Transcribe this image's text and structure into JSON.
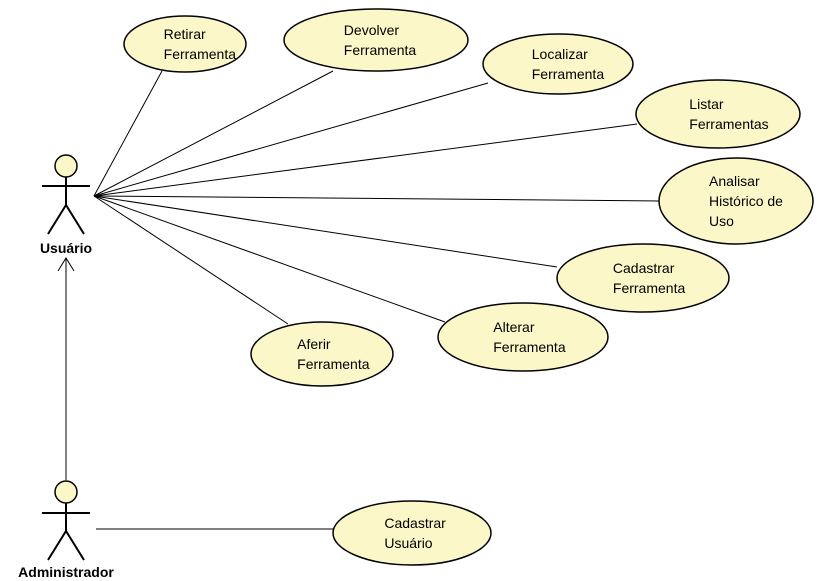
{
  "actors": [
    {
      "id": "usuario",
      "name": "Usuário"
    },
    {
      "id": "administrador",
      "name": "Administrador"
    }
  ],
  "use_cases": [
    {
      "id": "retirar",
      "lines": [
        "Retirar",
        "Ferramenta"
      ]
    },
    {
      "id": "devolver",
      "lines": [
        "Devolver",
        "Ferramenta"
      ]
    },
    {
      "id": "localizar",
      "lines": [
        "Localizar",
        "Ferramenta"
      ]
    },
    {
      "id": "listar",
      "lines": [
        "Listar",
        "Ferramentas"
      ]
    },
    {
      "id": "analisar",
      "lines": [
        "Analisar",
        "Histórico de",
        "Uso"
      ]
    },
    {
      "id": "cadastrar-ferramenta",
      "lines": [
        "Cadastrar",
        "Ferramenta"
      ]
    },
    {
      "id": "alterar",
      "lines": [
        "Alterar",
        "Ferramenta"
      ]
    },
    {
      "id": "aferir",
      "lines": [
        "Aferir",
        "Ferramenta"
      ]
    },
    {
      "id": "cadastrar-usuario",
      "lines": [
        "Cadastrar",
        "Usuário"
      ]
    }
  ],
  "associations": [
    {
      "actor": "usuario",
      "use_case": "retirar"
    },
    {
      "actor": "usuario",
      "use_case": "devolver"
    },
    {
      "actor": "usuario",
      "use_case": "localizar"
    },
    {
      "actor": "usuario",
      "use_case": "listar"
    },
    {
      "actor": "usuario",
      "use_case": "analisar"
    },
    {
      "actor": "usuario",
      "use_case": "cadastrar-ferramenta"
    },
    {
      "actor": "usuario",
      "use_case": "alterar"
    },
    {
      "actor": "usuario",
      "use_case": "aferir"
    },
    {
      "actor": "administrador",
      "use_case": "cadastrar-usuario"
    }
  ],
  "generalizations": [
    {
      "child": "administrador",
      "parent": "usuario"
    }
  ],
  "colors": {
    "use_case_fill": "#fbf7c8",
    "stroke": "#000000"
  }
}
